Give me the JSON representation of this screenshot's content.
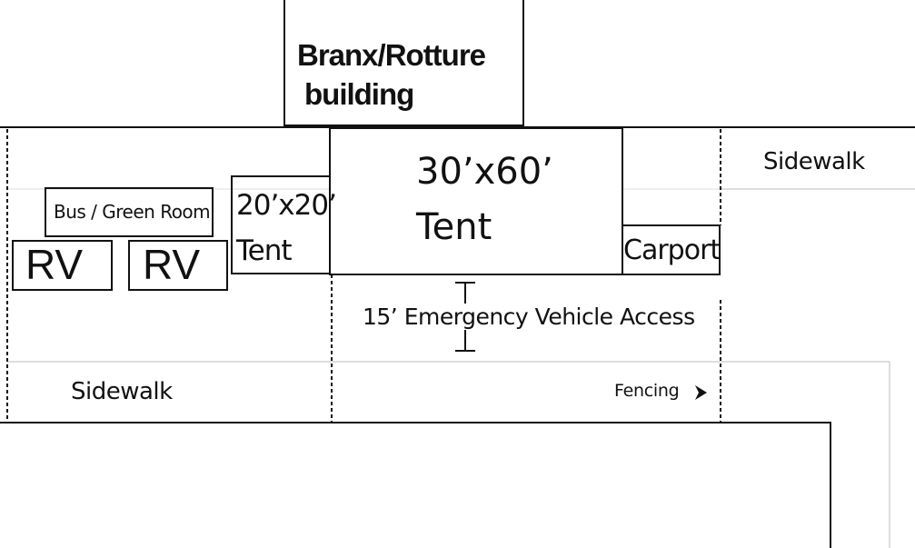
{
  "building": {
    "line1": "Branx/Rotture",
    "line2": "building"
  },
  "main_tent": {
    "size": "30’x60’",
    "label": "Tent"
  },
  "small_tent": {
    "size": "20’x20’",
    "label": "Tent"
  },
  "carport": {
    "label": "Carport"
  },
  "bus": {
    "label": "Bus / Green Room"
  },
  "rv1": {
    "label": "RV"
  },
  "rv2": {
    "label": "RV"
  },
  "access": {
    "label": "15’ Emergency Vehicle Access"
  },
  "sidewalk_right": {
    "label": "Sidewalk"
  },
  "sidewalk_left": {
    "label": "Sidewalk"
  },
  "fencing": {
    "label": "Fencing",
    "arrow": "chevron-right-icon"
  }
}
